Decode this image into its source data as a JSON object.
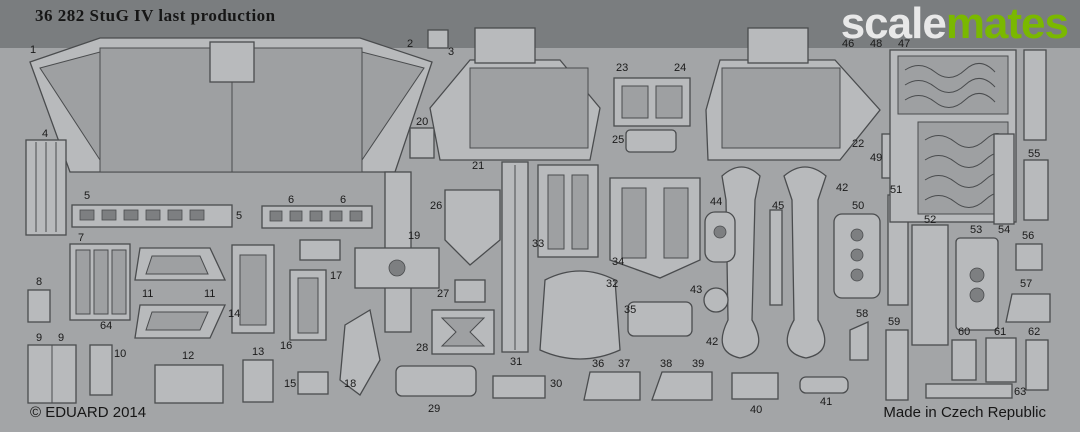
{
  "header": {
    "title": "36 282  StuG IV last production"
  },
  "brand": {
    "part1": "scale",
    "part2": "mates",
    "color1": "#e8e8e8",
    "color2": "#7ab800"
  },
  "footer": {
    "copyright": "© EDUARD 2014",
    "made": "Made in Czech Republic"
  },
  "part_numbers": [
    "1",
    "2",
    "3",
    "4",
    "5",
    "5",
    "6",
    "6",
    "7",
    "8",
    "9",
    "9",
    "10",
    "11",
    "11",
    "12",
    "13",
    "14",
    "15",
    "16",
    "17",
    "18",
    "19",
    "20",
    "21",
    "22",
    "23",
    "24",
    "25",
    "26",
    "27",
    "28",
    "29",
    "30",
    "31",
    "32",
    "33",
    "34",
    "35",
    "36",
    "37",
    "38",
    "39",
    "40",
    "41",
    "42",
    "42",
    "43",
    "44",
    "45",
    "46",
    "47",
    "48",
    "49",
    "50",
    "51",
    "52",
    "53",
    "54",
    "55",
    "56",
    "57",
    "58",
    "59",
    "60",
    "61",
    "62",
    "63",
    "64"
  ],
  "colors": {
    "fret": "#a3a5a7",
    "part": "#b6b8ba",
    "outline": "#4a4c4e",
    "header": "#5a5c5f"
  }
}
